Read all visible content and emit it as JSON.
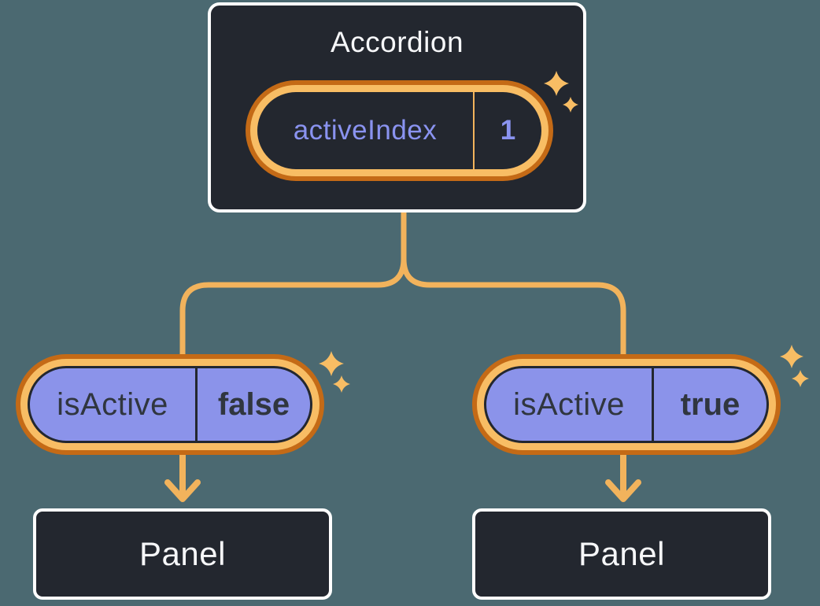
{
  "accordion": {
    "title": "Accordion",
    "state": {
      "name": "activeIndex",
      "value": "1"
    }
  },
  "children": [
    {
      "prop": {
        "name": "isActive",
        "value": "false"
      },
      "panel": {
        "title": "Panel"
      }
    },
    {
      "prop": {
        "name": "isActive",
        "value": "true"
      },
      "panel": {
        "title": "Panel"
      }
    }
  ],
  "icons": {
    "sparkle": "sparkle-icon"
  },
  "colors": {
    "background": "#4b6971",
    "node_fill": "#23272f",
    "node_border": "#ffffff",
    "ring_outer_orange": "#c46a16",
    "ring_inner_orange": "#f8bd64",
    "connector": "#f2b35c",
    "sparkle": "#f8bd64",
    "prop_pill_fill": "#8b93ea",
    "state_text": "#8a93f0",
    "prop_text": "#30363f",
    "label_text": "#f6f7f9"
  }
}
